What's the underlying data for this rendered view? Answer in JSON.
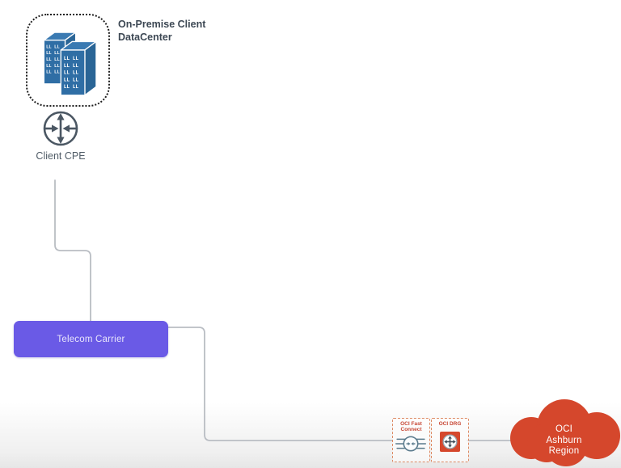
{
  "diagram": {
    "datacenter": {
      "title_line1": "On-Premise Client",
      "title_line2": "DataCenter",
      "icon": "datacenter-buildings-icon"
    },
    "client_cpe": {
      "label": "Client CPE",
      "icon": "router-icon"
    },
    "telecom_carrier": {
      "label": "Telecom Carrier",
      "color": "#6a5ae6"
    },
    "oci_fast_connect": {
      "label_line1": "OCI Fast",
      "label_line2": "Connect",
      "icon": "fastconnect-icon"
    },
    "oci_drg": {
      "label": "OCI DRG",
      "icon": "drg-router-icon"
    },
    "oci_region": {
      "label_line1": "OCI",
      "label_line2": "Ashburn",
      "label_line3": "Region",
      "icon": "cloud-icon",
      "color": "#d5472c"
    }
  },
  "colors": {
    "connector_gray": "#b9bdc3",
    "building_blue": "#2f6ea5",
    "oracle_red": "#c74634",
    "cloud_red": "#d5472c",
    "dashed_border_orange": "#dd8a64",
    "icon_slate": "#4b5763",
    "fastconnect_slate": "#5b7b8d",
    "telecom_purple": "#6a5ae6"
  }
}
